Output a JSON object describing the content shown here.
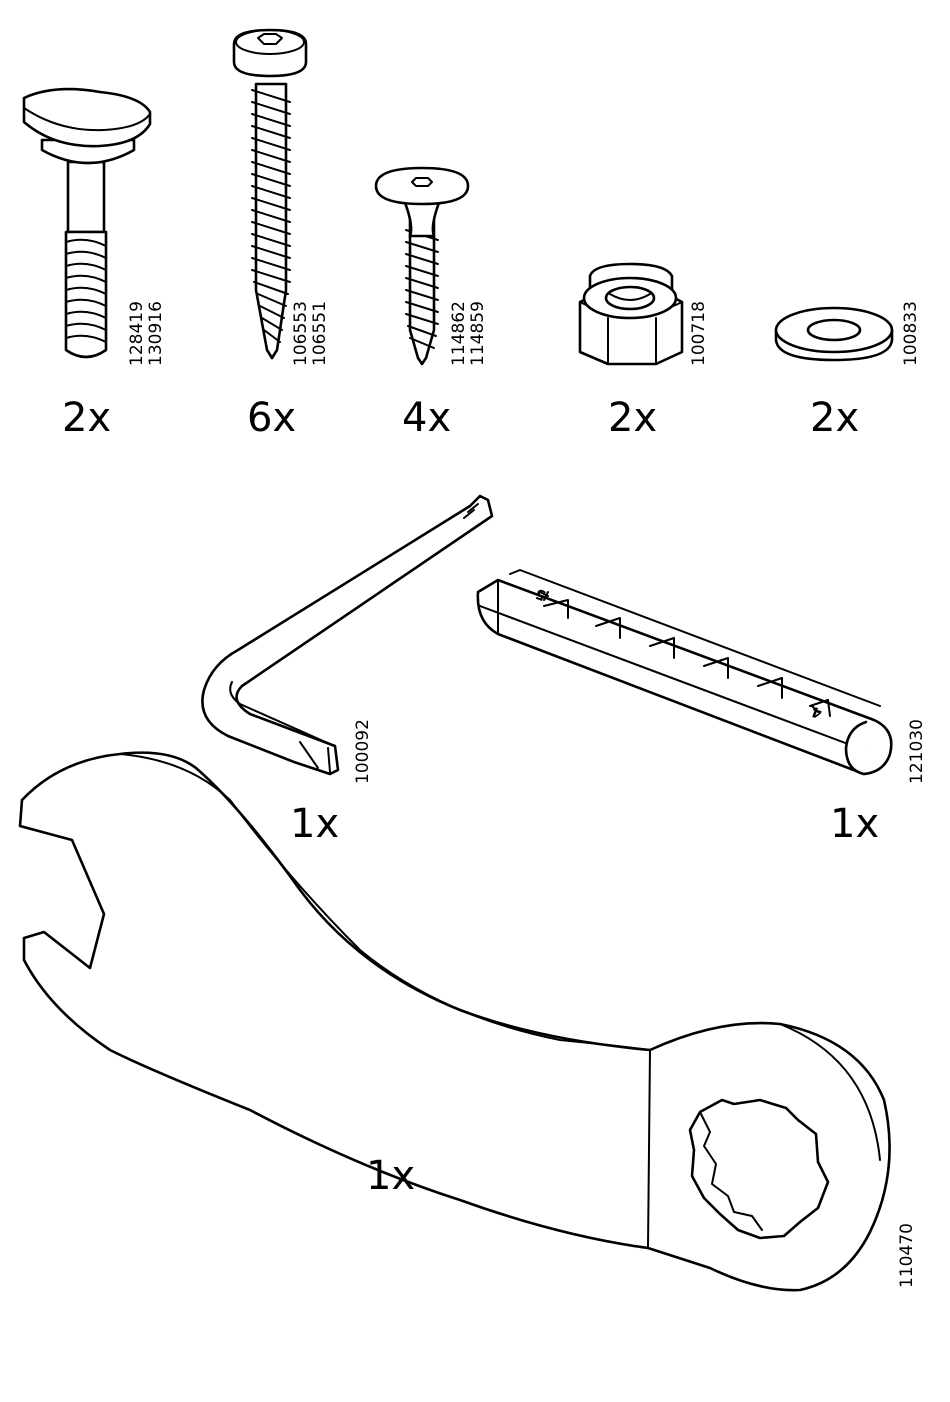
{
  "parts": {
    "thumb_bolt": {
      "quantity": "2x",
      "codes": [
        "128419",
        "130916"
      ]
    },
    "pan_screw": {
      "quantity": "6x",
      "codes": [
        "106553",
        "106551"
      ]
    },
    "flat_screw": {
      "quantity": "4x",
      "codes": [
        "114862",
        "114859"
      ]
    },
    "nut": {
      "quantity": "2x",
      "codes": [
        "100718"
      ]
    },
    "washer": {
      "quantity": "2x",
      "codes": [
        "100833"
      ]
    },
    "allen_key": {
      "quantity": "1x",
      "codes": [
        "100092"
      ]
    },
    "key_bar": {
      "quantity": "1x",
      "codes": [
        "121030"
      ],
      "markings": [
        "5",
        "4"
      ]
    },
    "wrench": {
      "quantity": "1x",
      "codes": [
        "110470"
      ]
    }
  }
}
